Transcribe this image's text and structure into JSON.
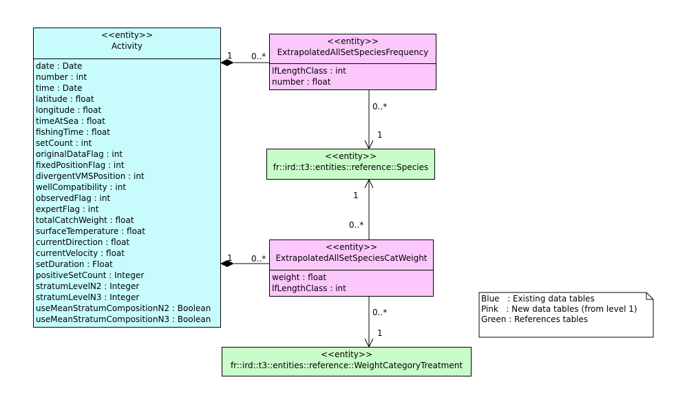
{
  "entities": {
    "activity": {
      "stereotype": "<<entity>>",
      "name": "Activity",
      "attributes": [
        "date : Date",
        "number : int",
        "time : Date",
        "latitude : float",
        "longitude : float",
        "timeAtSea : float",
        "fishingTime : float",
        "setCount : int",
        "originalDataFlag : int",
        "fixedPositionFlag : int",
        "divergentVMSPosition : int",
        "wellCompatibility : int",
        "observedFlag : int",
        "expertFlag : int",
        "totalCatchWeight : float",
        "surfaceTemperature : float",
        "currentDirection : float",
        "currentVelocity : float",
        "setDuration : Float",
        "positiveSetCount : Integer",
        "stratumLevelN2 : Integer",
        "stratumLevelN3 : Integer",
        "useMeanStratumCompositionN2 : Boolean",
        "useMeanStratumCompositionN3 : Boolean"
      ]
    },
    "frequency": {
      "stereotype": "<<entity>>",
      "name": "ExtrapolatedAllSetSpeciesFrequency",
      "attributes": [
        "lfLengthClass : int",
        "number : float"
      ]
    },
    "species": {
      "stereotype": "<<entity>>",
      "name": "fr::ird::t3::entities::reference::Species"
    },
    "catweight": {
      "stereotype": "<<entity>>",
      "name": "ExtrapolatedAllSetSpeciesCatWeight",
      "attributes": [
        "weight : float",
        "lfLengthClass : int"
      ]
    },
    "weightcat": {
      "stereotype": "<<entity>>",
      "name": "fr::ird::t3::entities::reference::WeightCategoryTreatment"
    }
  },
  "multiplicities": {
    "act_freq_src": "1",
    "act_freq_dst": "0..*",
    "freq_species_src": "0..*",
    "freq_species_dst": "1",
    "cat_species_dst": "1",
    "cat_species_src": "0..*",
    "act_cat_src": "1",
    "act_cat_dst": "0..*",
    "cat_weight_src": "0..*",
    "cat_weight_dst": "1"
  },
  "legend": {
    "lines": [
      "Blue   : Existing data tables",
      "Pink   : New data tables (from level 1)",
      "Green : References tables"
    ]
  },
  "colors": {
    "existing": "#c8fcfc",
    "new": "#fcc8fc",
    "reference": "#c8fcc8"
  }
}
